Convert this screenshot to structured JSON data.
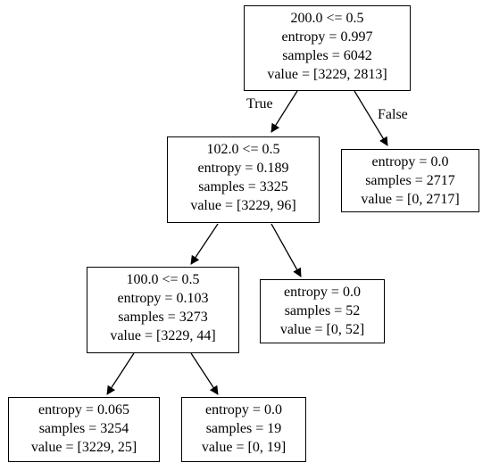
{
  "tree": {
    "nodes": [
      {
        "id": "root",
        "lines": [
          "200.0 <= 0.5",
          "entropy = 0.997",
          "samples = 6042",
          "value = [3229, 2813]"
        ]
      },
      {
        "id": "left-1",
        "lines": [
          "102.0 <= 0.5",
          "entropy = 0.189",
          "samples = 3325",
          "value = [3229, 96]"
        ]
      },
      {
        "id": "right-1",
        "lines": [
          "entropy = 0.0",
          "samples = 2717",
          "value = [0, 2717]"
        ]
      },
      {
        "id": "left-2",
        "lines": [
          "100.0 <= 0.5",
          "entropy = 0.103",
          "samples = 3273",
          "value = [3229, 44]"
        ]
      },
      {
        "id": "right-2",
        "lines": [
          "entropy = 0.0",
          "samples = 52",
          "value = [0, 52]"
        ]
      },
      {
        "id": "left-3",
        "lines": [
          "entropy = 0.065",
          "samples = 3254",
          "value = [3229, 25]"
        ]
      },
      {
        "id": "right-3",
        "lines": [
          "entropy = 0.0",
          "samples = 19",
          "value = [0, 19]"
        ]
      }
    ],
    "edge_labels": {
      "true": "True",
      "false": "False"
    }
  }
}
